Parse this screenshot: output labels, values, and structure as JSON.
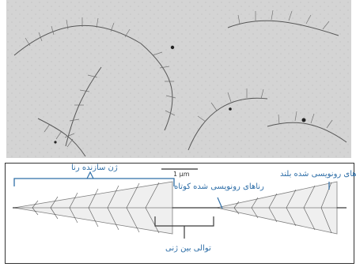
{
  "figure": {
    "scale_bar": {
      "label": "1 μm"
    },
    "labels": {
      "gene": "ژن سازنده رنا",
      "short_transcripts": "رناهای رونویسی شده کوتاه",
      "long_transcripts": "رناهای رونویسی شده بلند",
      "spacer": "توالی بین ژنی"
    },
    "colors": {
      "annotation": "#2f6fa8",
      "micrograph_bg": "#d9d9d9",
      "fiber": "#3b3b3b"
    }
  }
}
